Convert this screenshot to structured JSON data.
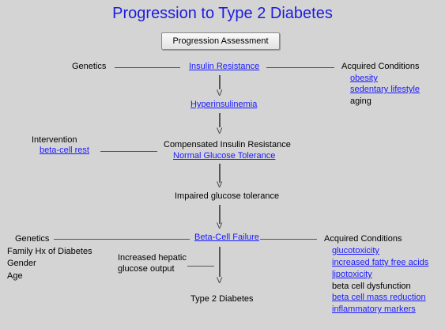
{
  "title": "Progression to Type 2 Diabetes",
  "button_label": "Progression Assessment",
  "row1": {
    "left": "Genetics",
    "center": "Insulin Resistance",
    "right_header": "Acquired Conditions",
    "right_items": [
      "obesity",
      "sedentary lifestyle",
      "aging"
    ]
  },
  "hyperinsulinemia": "Hyperinsulinemia",
  "intervention": {
    "label": "Intervention",
    "link": "beta-cell rest"
  },
  "compensated": {
    "line1": "Compensated Insulin Resistance",
    "line2": "Normal Glucose Tolerance"
  },
  "impaired": "Impaired glucose tolerance",
  "row_failure": {
    "left_header": "Genetics",
    "left_items": [
      "Family Hx of Diabetes",
      "Gender",
      "Age"
    ],
    "center": "Beta-Cell Failure",
    "right_header": "Acquired Conditions",
    "right_items": [
      "glucotoxicity",
      "increased fatty free acids",
      "lipotoxicity",
      "beta cell dysfunction",
      "beta cell mass reduction",
      "inflammatory markers"
    ]
  },
  "hepatic": {
    "line1": "Increased hepatic",
    "line2": "glucose output"
  },
  "final": "Type 2 Diabetes",
  "arrow_glyph": "V"
}
